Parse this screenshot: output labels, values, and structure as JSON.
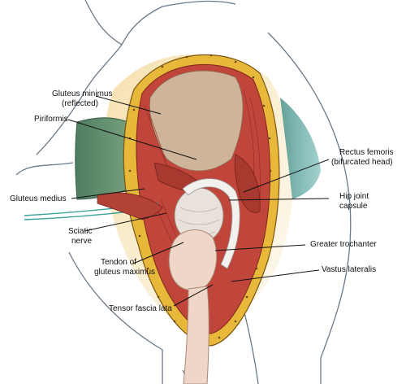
{
  "labels": {
    "gluteus_minimus": [
      "Gluteus minimus",
      "(reflected)"
    ],
    "piriformis": [
      "Piriformis"
    ],
    "gluteus_medius": [
      "Gluteus medius"
    ],
    "sciatic_nerve": [
      "Sciatic",
      "nerve"
    ],
    "tendon_gluteus_maximus": [
      "Tendon of",
      "gluteus maximus"
    ],
    "tensor_fascia_lata": [
      "Tensor fascia lata"
    ],
    "rectus_femoris": [
      "Rectus femoris",
      "(bifurcated head)"
    ],
    "hip_joint_capsule": [
      "Hip joint",
      "capsule"
    ],
    "greater_trochanter": [
      "Greater trochanter"
    ],
    "vastus_lateralis": [
      "Vastus lateralis"
    ]
  },
  "colors": {
    "muscle": "#c0453a",
    "muscle_dark": "#8e2a22",
    "fat_layer": "#e8b83a",
    "bone": "#f0d6c6",
    "capsule": "#e9e2dc",
    "bone_dark": "#c8b2a2",
    "drape_green": "#5f8f6f",
    "nerve": "#3aa39a",
    "skin_outline": "#6a7a8a"
  }
}
